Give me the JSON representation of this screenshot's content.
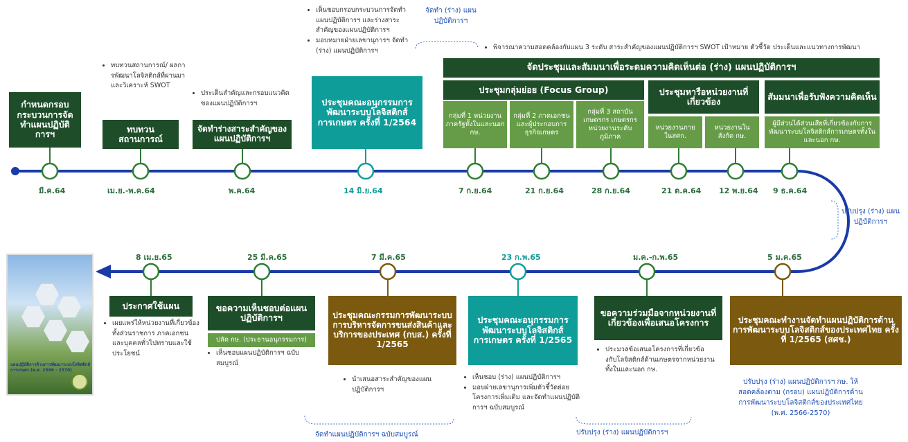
{
  "colors": {
    "dark_green": "#1e4d29",
    "mid_green": "#538a36",
    "teal": "#0f9d9a",
    "gold": "#7b5a10",
    "line_blue": "#1a3aa8"
  },
  "timeline": {
    "top_dates": [
      "มี.ค.64",
      "เม.ย.-พ.ค.64",
      "พ.ค.64",
      "14 มิ.ย.64",
      "7 ก.ย.64",
      "21 ก.ย.64",
      "28 ก.ย.64",
      "21 ต.ค.64",
      "12 พ.ย.64",
      "9 ธ.ค.64"
    ],
    "bottom_dates": [
      "8 เม.ย.65",
      "25 มี.ค.65",
      "7 มี.ค.65",
      "23 ก.พ.65",
      "ม.ค.-ก.พ.65",
      "5 ม.ค.65"
    ]
  },
  "boxes": {
    "b1": "กำหนดกรอบกระบวนการจัดทำแผนปฏิบัติการฯ",
    "b2": "ทบทวนสถานการณ์",
    "b3": "จัดทำร่างสาระสำคัญของแผนปฏิบัติการฯ",
    "b4": "ประชุมคณะอนุกรรมการพัฒนาระบบโลจิสติกส์การเกษตร ครั้งที่ 1/2564",
    "big_header": "จัดประชุมและสัมมนาเพื่อระดมความคิดเห็นต่อ (ร่าง) แผนปฏิบัติการฯ",
    "focus": "ประชุมกลุ่มย่อย (Focus Group)",
    "g1": "กลุ่มที่ 1 หน่วยงานภาครัฐทั้งในและนอก กษ.",
    "g2": "กลุ่มที่ 2 ภาคเอกชนและผู้ประกอบการธุรกิจเกษตร",
    "g3": "กลุ่มที่ 3 สถาบันเกษตรกร เกษตรกร หน่วยงานระดับภูมิภาค",
    "agency": "ประชุมหารือหน่วยงานที่เกี่ยวข้อง",
    "a1": "หน่วยงานภายในสศก.",
    "a2": "หน่วยงานในสังกัด กษ.",
    "seminar": "สัมมนาเพื่อรับฟังความคิดเห็น",
    "s1": "ผู้มีส่วนได้ส่วนเสียที่เกี่ยวข้องกับการพัฒนาระบบโลจิสติกส์การเกษตรทั้งในและนอก กษ.",
    "c1": "ประกาศใช้แผน",
    "c2": "ขอความเห็นชอบต่อแผนปฏิบัติการฯ",
    "c2sub": "ปลัด กษ. (ประธานอนุกรรมการ)",
    "c3": "ประชุมคณะกรรมการพัฒนาระบบการบริหารจัดการขนส่งสินค้าและบริการของประเทศ (กบส.) ครั้งที่ 1/2565",
    "c4": "ประชุมคณะอนุกรรมการพัฒนาระบบโลจิสติกส์การเกษตร ครั้งที่ 1/2565",
    "c5": "ขอความร่วมมือจากหน่วยงานที่เกี่ยวข้องเพื่อเสนอโครงการ",
    "c6": "ประชุมคณะทำงานจัดทำแผนปฏิบัติการด้านการพัฒนาระบบโลจิสติกส์ของประเทศไทย ครั้งที่ 1/2565 (สศช.)"
  },
  "notes": {
    "n1": [
      "ทบทวนสถานการณ์/ ผลการพัฒนาโลจิสติกส์ที่ผ่านมา และวิเคราะห์ SWOT"
    ],
    "n2": [
      "ประเด็นสำคัญและกรอบแนวคิดของแผนปฏิบัติการฯ"
    ],
    "n3": [
      "เห็นชอบกรอบกระบวนการจัดทำแผนปฏิบัติการฯ และร่างสาระสำคัญของแผนปฏิบัติการฯ",
      "มอบหมายฝ่ายเลขานุการฯ จัดทำ (ร่าง) แผนปฏิบัติการฯ"
    ],
    "n4": [
      "พิจารณาความสอดคล้องกับแผน 3 ระดับ สาระสำคัญของแผนปฏิบัติการฯ SWOT เป้าหมาย ตัวชี้วัด ประเด็นและแนวทางการพัฒนา"
    ],
    "n5": [
      "เผยแพร่ให้หน่วยงานที่เกี่ยวข้อง ทั้งส่วนราชการ ภาคเอกชน และบุคคลทั่วไปทราบและใช้ประโยชน์"
    ],
    "n6": [
      "เห็นชอบแผนปฏิบัติการฯ ฉบับสมบูรณ์"
    ],
    "n7": [
      "นำเสนอสาระสำคัญของแผนปฏิบัติการฯ"
    ],
    "n8": [
      "เห็นชอบ (ร่าง) แผนปฏิบัติการฯ",
      "มอบฝ่ายเลขานุการเพิ่มตัวชี้วัดย่อย โครงการเพิ่มเติม และจัดทำแผนปฏิบัติการฯ ฉบับสมบูรณ์"
    ],
    "n9": [
      "ประมวลข้อเสนอโครงการที่เกี่ยวข้องกับโลจิสติกส์ด้านเกษตรจากหน่วยงานทั้งในและนอก กษ."
    ]
  },
  "blue_labels": {
    "draft_plan": "จัดทำ (ร่าง) แผนปฏิบัติการฯ",
    "revise_draft": "ปรับปรุง (ร่าง) แผนปฏิบัติการฯ",
    "complete_plan": "จัดทำแผนปฏิบัติการฯ ฉบับสมบูรณ์",
    "revise_bottom": "ปรับปรุง (ร่าง) แผนปฏิบัติการฯ",
    "revise_long": "ปรับปรุง (ร่าง) แผนปฏิบัติการฯ กษ. ให้สอดคล้องตาม (กรอบ) แผนปฏิบัติการด้านการพัฒนาระบบโลจิสติกส์ของประเทศไทย (พ.ศ. 2566-2570)"
  },
  "cover": {
    "title": "แผนปฏิบัติการด้านการพัฒนาระบบโลจิสติกส์การเกษตร (พ.ศ. 2566 - 2570)"
  }
}
